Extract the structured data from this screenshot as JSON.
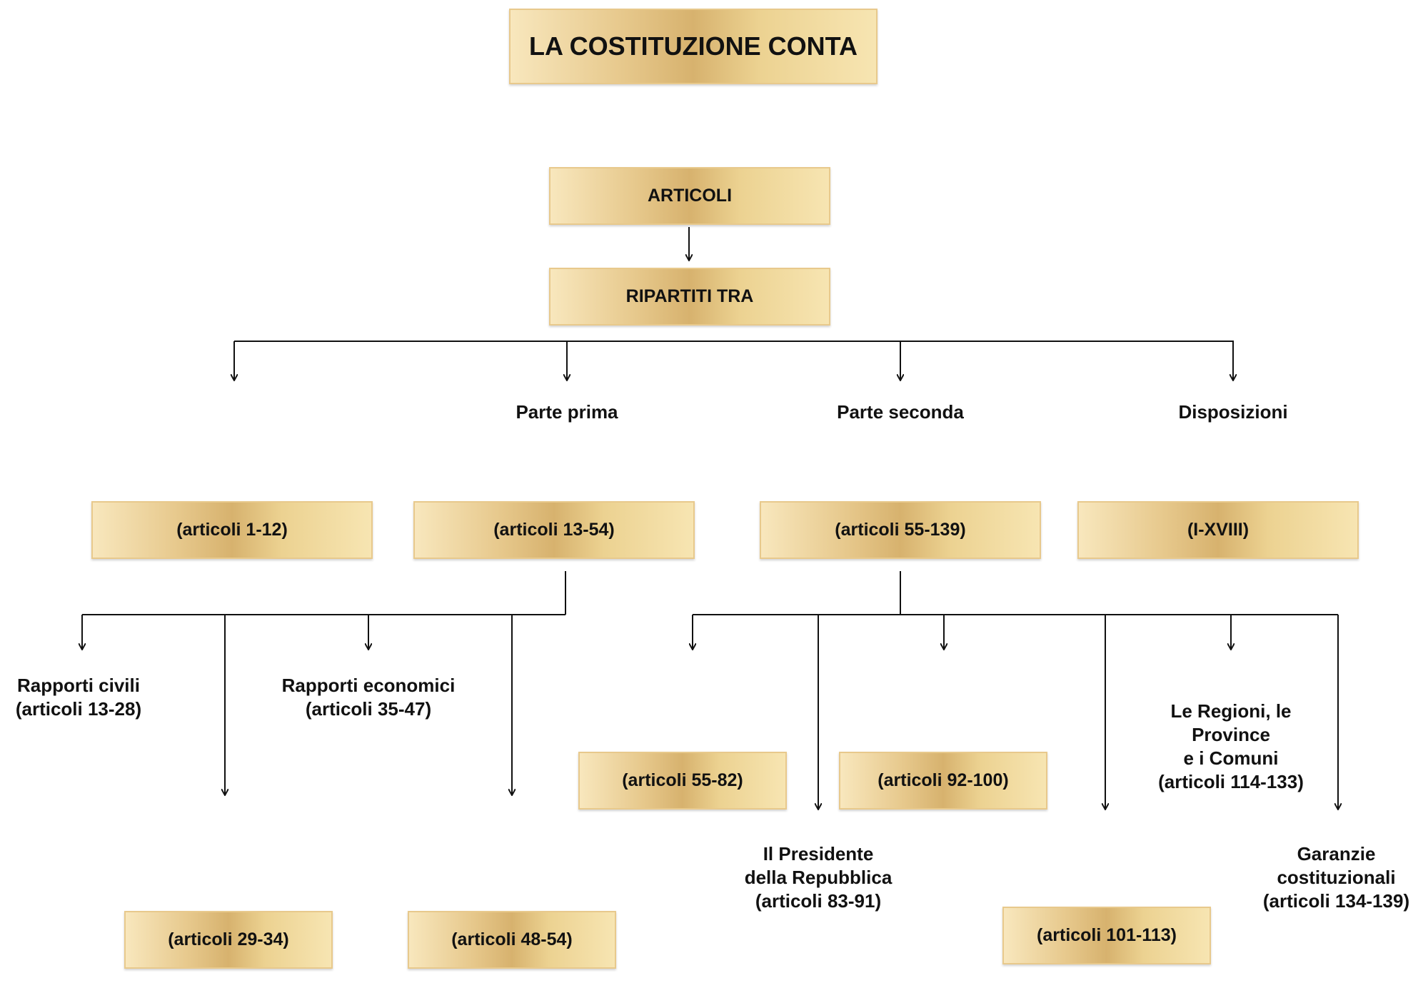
{
  "title": "LA COSTITUZIONE CONTA",
  "articoli": "ARTICOLI",
  "ripartiti": "RIPARTITI TRA",
  "parts": [
    {
      "name": "",
      "range": "(articoli 1-12)"
    },
    {
      "name": "Parte prima",
      "range": "(articoli 13-54)"
    },
    {
      "name": "Parte seconda",
      "range": "(articoli 55-139)"
    },
    {
      "name": "Disposizioni",
      "range": "(I-XVIII)"
    }
  ],
  "parte_prima_children": {
    "rapporti_civili": [
      "Rapporti civili",
      "(articoli 13-28)"
    ],
    "rapporti_economici": [
      "Rapporti economici",
      "(articoli 35-47)"
    ],
    "box_29_34": "(articoli 29-34)",
    "box_48_54": "(articoli 48-54)"
  },
  "parte_seconda_children": {
    "box_55_82": "(articoli 55-82)",
    "presidente": [
      "Il Presidente",
      "della Repubblica",
      "(articoli 83-91)"
    ],
    "box_92_100": "(articoli 92-100)",
    "box_101_113": "(articoli 101-113)",
    "regioni": [
      "Le Regioni, le",
      "Province",
      "e i Comuni",
      "(articoli 114-133)"
    ],
    "garanzie": [
      "Garanzie",
      "costituzionali",
      "(articoli 134-139)"
    ]
  }
}
